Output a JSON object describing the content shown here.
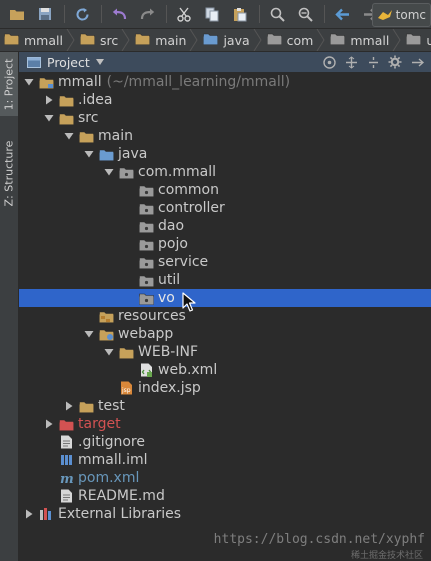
{
  "toolbar": {
    "buttons": [
      "open-icon",
      "save-icon",
      "sync-icon",
      "undo-icon",
      "redo-icon",
      "cut-icon",
      "copy-icon",
      "paste-icon",
      "find-icon",
      "replace-icon",
      "back-icon",
      "forward-icon"
    ],
    "run_config": "tomc"
  },
  "breadcrumb": [
    "mmall",
    "src",
    "main",
    "java",
    "com",
    "mmall",
    "util"
  ],
  "sidetabs": {
    "project": "1: Project",
    "structure": "Z: Structure"
  },
  "panel": {
    "title": "Project"
  },
  "tree": [
    {
      "label": "mmall",
      "path": "(~/mmall_learning/mmall)",
      "type": "module",
      "depth": 0,
      "arrow": "down"
    },
    {
      "label": ".idea",
      "type": "folder",
      "depth": 1,
      "arrow": "right"
    },
    {
      "label": "src",
      "type": "folder",
      "depth": 1,
      "arrow": "down"
    },
    {
      "label": "main",
      "type": "folder",
      "depth": 2,
      "arrow": "down"
    },
    {
      "label": "java",
      "type": "source-folder",
      "depth": 3,
      "arrow": "down"
    },
    {
      "label": "com.mmall",
      "type": "package",
      "depth": 4,
      "arrow": "down"
    },
    {
      "label": "common",
      "type": "package",
      "depth": 5,
      "arrow": "none"
    },
    {
      "label": "controller",
      "type": "package",
      "depth": 5,
      "arrow": "none"
    },
    {
      "label": "dao",
      "type": "package",
      "depth": 5,
      "arrow": "none"
    },
    {
      "label": "pojo",
      "type": "package",
      "depth": 5,
      "arrow": "none"
    },
    {
      "label": "service",
      "type": "package",
      "depth": 5,
      "arrow": "none"
    },
    {
      "label": "util",
      "type": "package",
      "depth": 5,
      "arrow": "none"
    },
    {
      "label": "vo",
      "type": "package",
      "depth": 5,
      "arrow": "none",
      "selected": true
    },
    {
      "label": "resources",
      "type": "resource-folder",
      "depth": 3,
      "arrow": "none"
    },
    {
      "label": "webapp",
      "type": "web-folder",
      "depth": 3,
      "arrow": "down"
    },
    {
      "label": "WEB-INF",
      "type": "folder",
      "depth": 4,
      "arrow": "down"
    },
    {
      "label": "web.xml",
      "type": "xml-file",
      "depth": 5,
      "arrow": "none"
    },
    {
      "label": "index.jsp",
      "type": "jsp-file",
      "depth": 4,
      "arrow": "none"
    },
    {
      "label": "test",
      "type": "folder",
      "depth": 2,
      "arrow": "right"
    },
    {
      "label": "target",
      "type": "excluded-folder",
      "depth": 1,
      "arrow": "right",
      "color": "red"
    },
    {
      "label": ".gitignore",
      "type": "text-file",
      "depth": 1,
      "arrow": "none"
    },
    {
      "label": "mmall.iml",
      "type": "iml-file",
      "depth": 1,
      "arrow": "none"
    },
    {
      "label": "pom.xml",
      "type": "maven-file",
      "depth": 1,
      "arrow": "none",
      "color": "blue"
    },
    {
      "label": "README.md",
      "type": "text-file",
      "depth": 1,
      "arrow": "none"
    },
    {
      "label": "External Libraries",
      "type": "library",
      "depth": 0,
      "arrow": "right"
    }
  ],
  "watermark": {
    "url": "https://blog.csdn.net/xyphf",
    "caption": "稀土掘金技术社区"
  },
  "colors": {
    "background": "#2b2b2b",
    "selection": "#2f65ca",
    "panel_header": "#3d4b5c",
    "folder": "#c6a15b",
    "package": "#9a9a9a",
    "excluded": "#d25252",
    "maven": "#6897bb"
  }
}
